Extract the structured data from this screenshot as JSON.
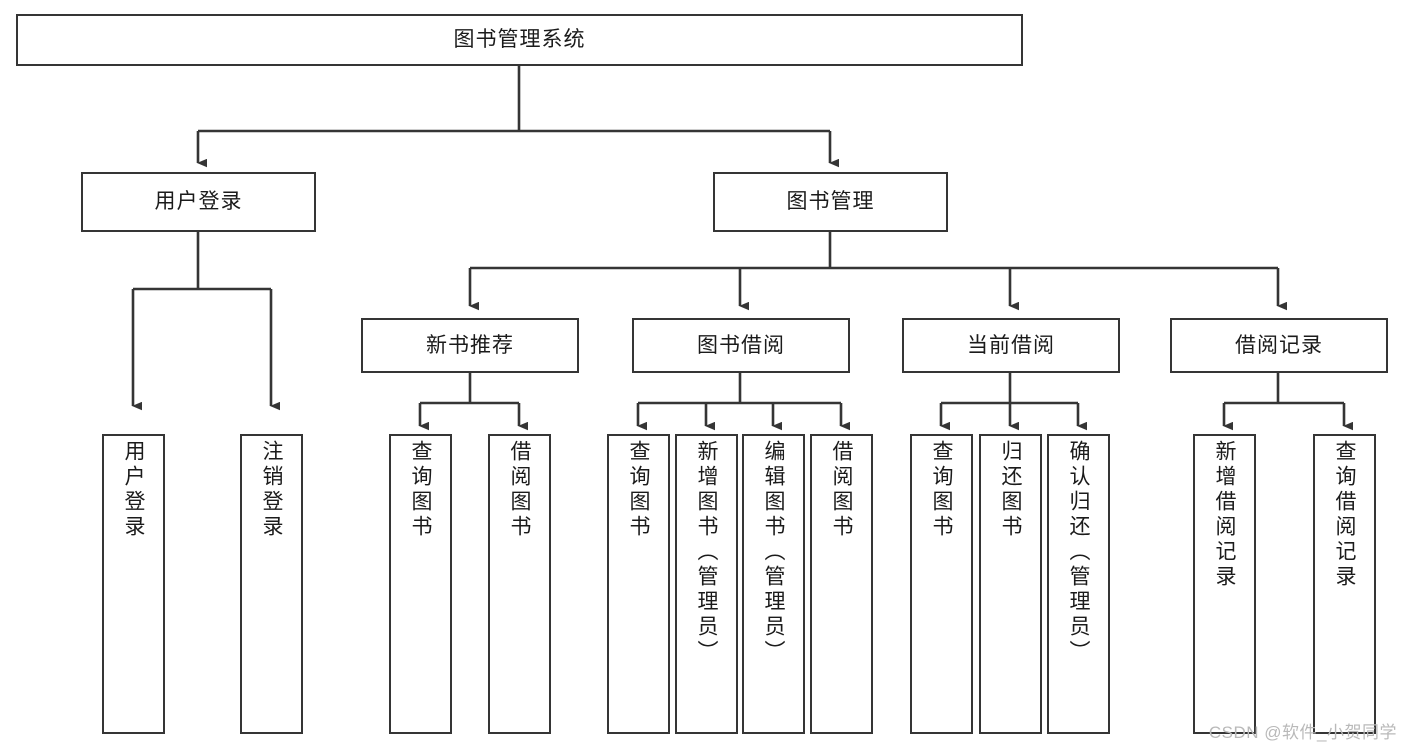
{
  "diagram": {
    "title": "图书管理系统",
    "type": "tree-hierarchy-chart",
    "watermark": "CSDN @软件_小贺同学",
    "colors": {
      "stroke": "#353535",
      "fill": "#ffffff",
      "text": "#1b1b1b",
      "watermark": "#b9b9b9"
    },
    "nodes": {
      "root": {
        "label": "图书管理系统"
      },
      "level1": [
        {
          "label": "用户登录"
        },
        {
          "label": "图书管理"
        }
      ],
      "level2": [
        {
          "label": "新书推荐"
        },
        {
          "label": "图书借阅"
        },
        {
          "label": "当前借阅"
        },
        {
          "label": "借阅记录"
        }
      ],
      "leaves": {
        "user_login": [
          {
            "label": "用户登录"
          },
          {
            "label": "注销登录"
          }
        ],
        "new_book": [
          {
            "label": "查询图书"
          },
          {
            "label": "借阅图书"
          }
        ],
        "book_borrow": [
          {
            "label": "查询图书"
          },
          {
            "label": "新增图书（管理员）"
          },
          {
            "label": "编辑图书（管理员）"
          },
          {
            "label": "借阅图书"
          }
        ],
        "current_borrow": [
          {
            "label": "查询图书"
          },
          {
            "label": "归还图书"
          },
          {
            "label": "确认归还（管理员）"
          }
        ],
        "borrow_record": [
          {
            "label": "新增借阅记录"
          },
          {
            "label": "查询借阅记录"
          }
        ]
      }
    }
  }
}
